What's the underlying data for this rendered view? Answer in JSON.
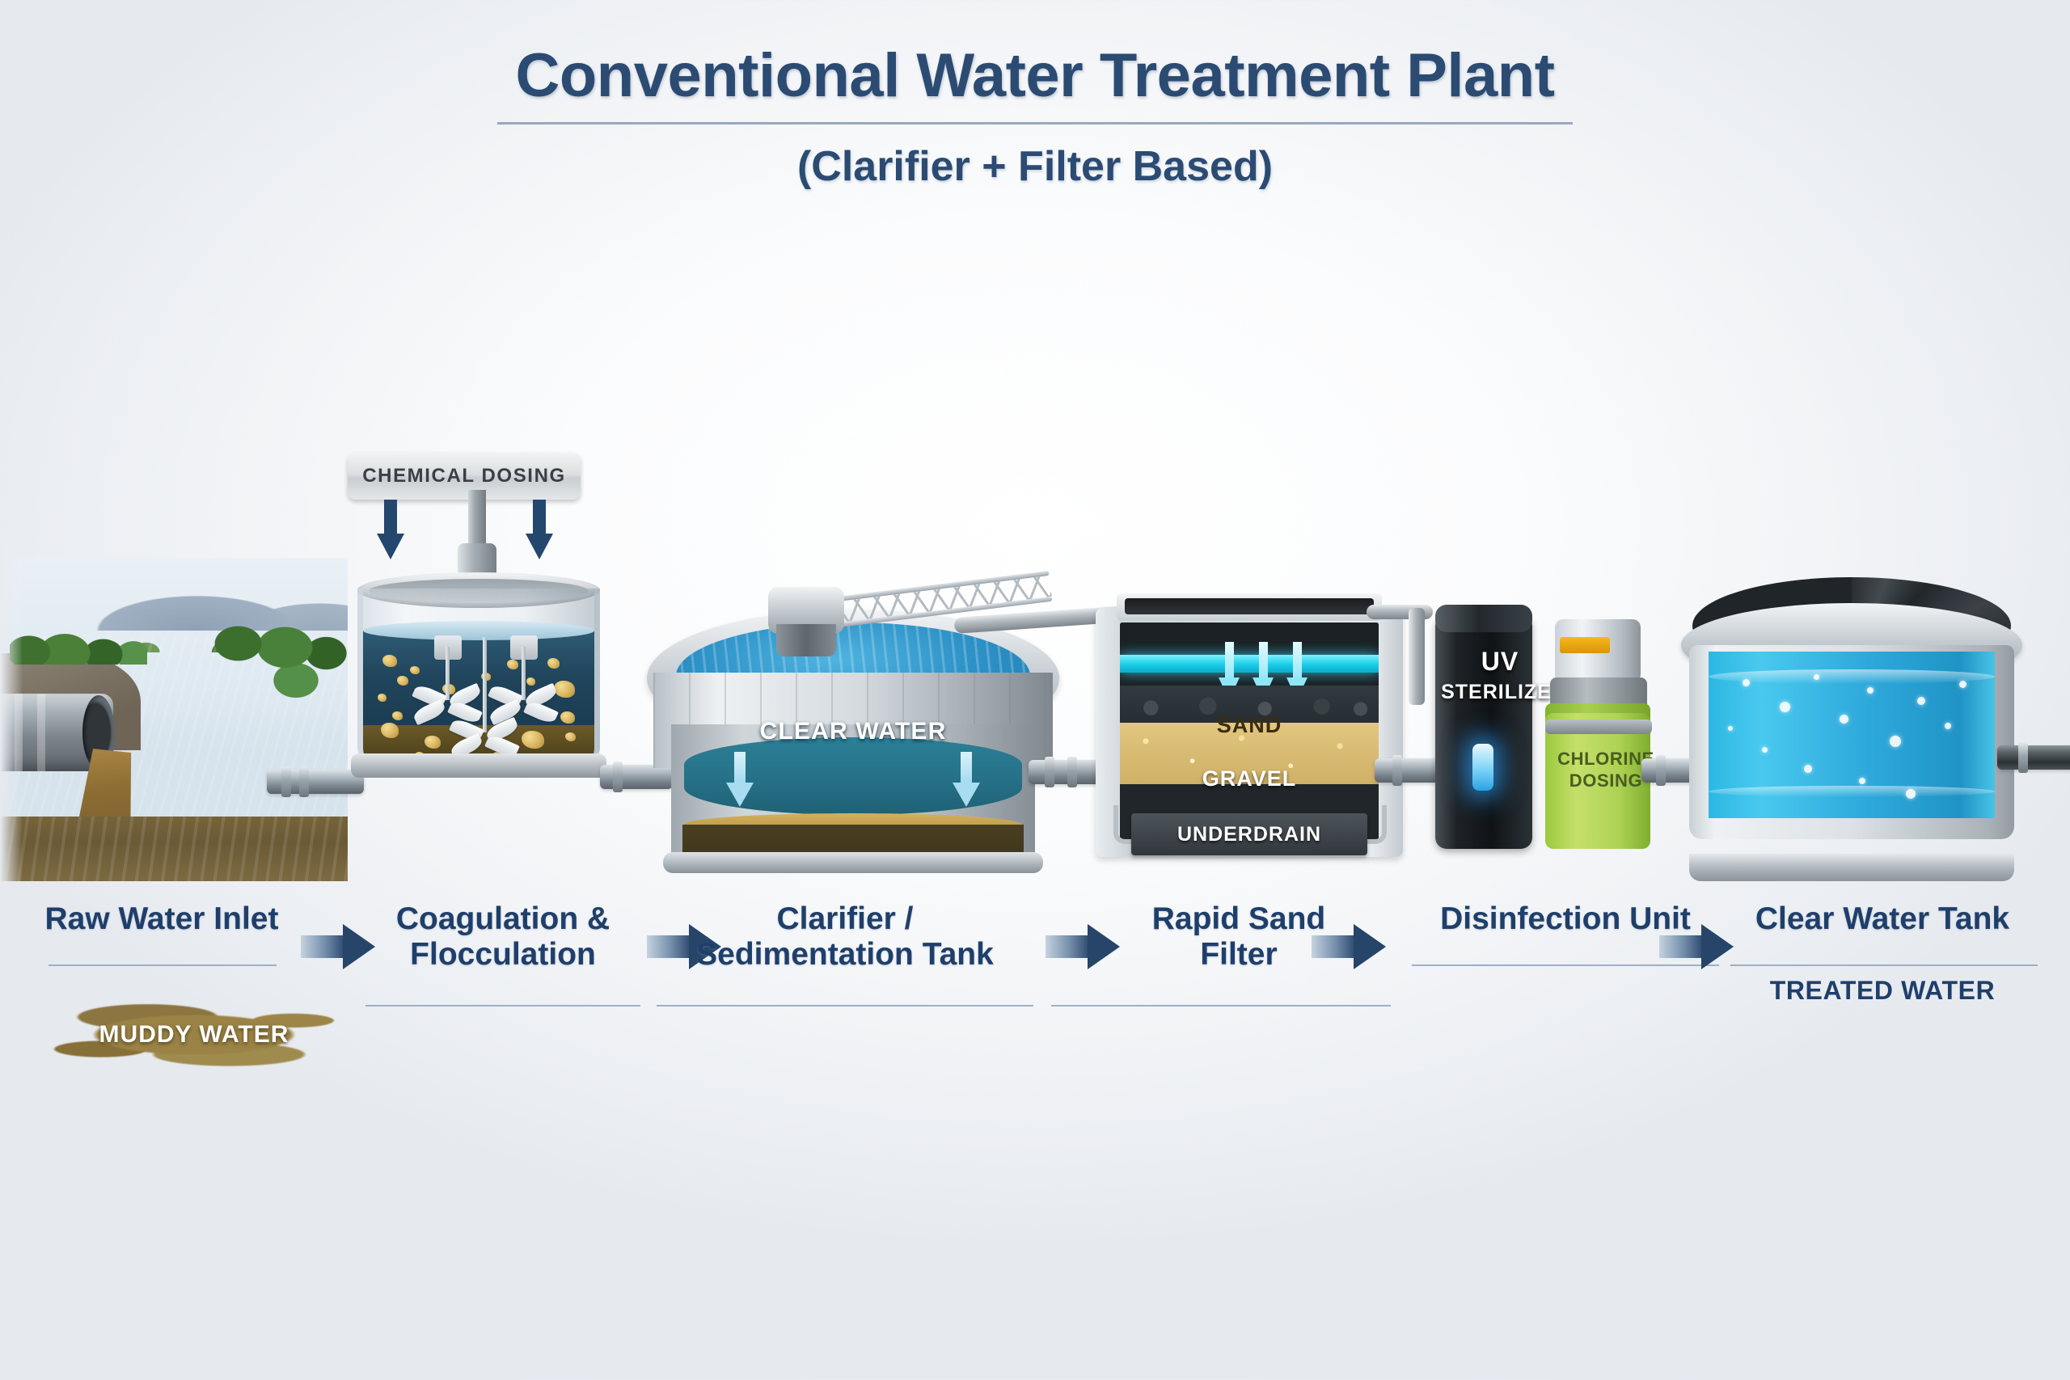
{
  "header": {
    "title": "Conventional Water Treatment Plant",
    "subtitle": "(Clarifier + Filter Based)"
  },
  "colors": {
    "title_blue": "#2c4b72",
    "label_blue": "#1f3f6b",
    "arrow_dark": "#274469",
    "clean_water_cyan": "#2cb7e4",
    "chlorine_green": "#aed254",
    "sand_gold": "#e2c77e",
    "gravel_brown": "#8e7a52",
    "muddy_brown": "#9a8345"
  },
  "stages": [
    {
      "id": "raw-water-inlet",
      "label": "Raw Water Inlet",
      "sub": "MUDDY WATER"
    },
    {
      "id": "coagulation",
      "label": "Coagulation &\nFlocculation",
      "line1": "Coagulation &",
      "line2": "Flocculation"
    },
    {
      "id": "clarifier",
      "label": "Clarifier /\nSedimentation Tank",
      "line1": "Clarifier /",
      "line2": "Sedimentation Tank"
    },
    {
      "id": "rapid-sand-filter",
      "label": "Rapid Sand\nFilter",
      "line1": "Rapid Sand",
      "line2": "Filter"
    },
    {
      "id": "disinfection",
      "label": "Disinfection Unit"
    },
    {
      "id": "clear-water-tank",
      "label": "Clear Water Tank",
      "sub": "TREATED WATER"
    }
  ],
  "callouts": {
    "chemical_dosing": "CHEMICAL DOSING",
    "clear_water": "CLEAR WATER",
    "sand": "SAND",
    "gravel": "GRAVEL",
    "underdrain": "UNDERDRAIN",
    "uv_line1": "UV",
    "uv_line2": "STERILIZER",
    "chlorine_line1": "CHLORINE",
    "chlorine_line2": "DOSING",
    "muddy_water": "MUDDY WATER",
    "treated_water": "TREATED WATER"
  },
  "labels": {
    "raw_water_inlet": "Raw Water Inlet",
    "coag_l1": "Coagulation &",
    "coag_l2": "Flocculation",
    "clar_l1": "Clarifier /",
    "clar_l2": "Sedimentation Tank",
    "filt_l1": "Rapid Sand",
    "filt_l2": "Filter",
    "disinfection": "Disinfection Unit",
    "clear_water_tank": "Clear Water Tank"
  }
}
